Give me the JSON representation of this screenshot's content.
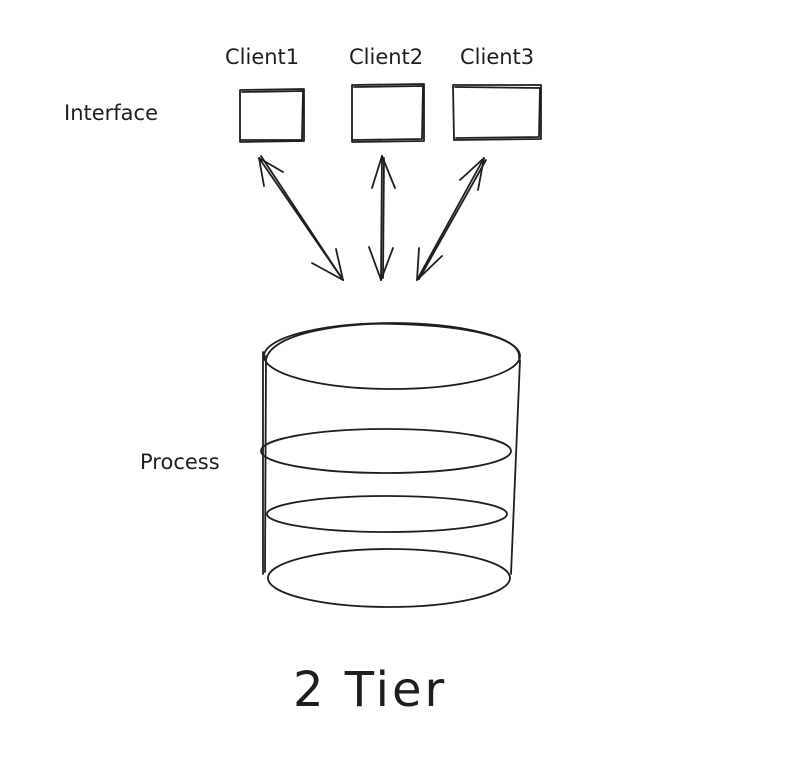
{
  "diagram": {
    "clients": [
      {
        "label": "Client1"
      },
      {
        "label": "Client2"
      },
      {
        "label": "Client3"
      }
    ],
    "interface_label": "Interface",
    "process_label": "Process",
    "title": "2 Tier"
  },
  "colors": {
    "ink": "#1e1e1e",
    "background": "#ffffff"
  }
}
